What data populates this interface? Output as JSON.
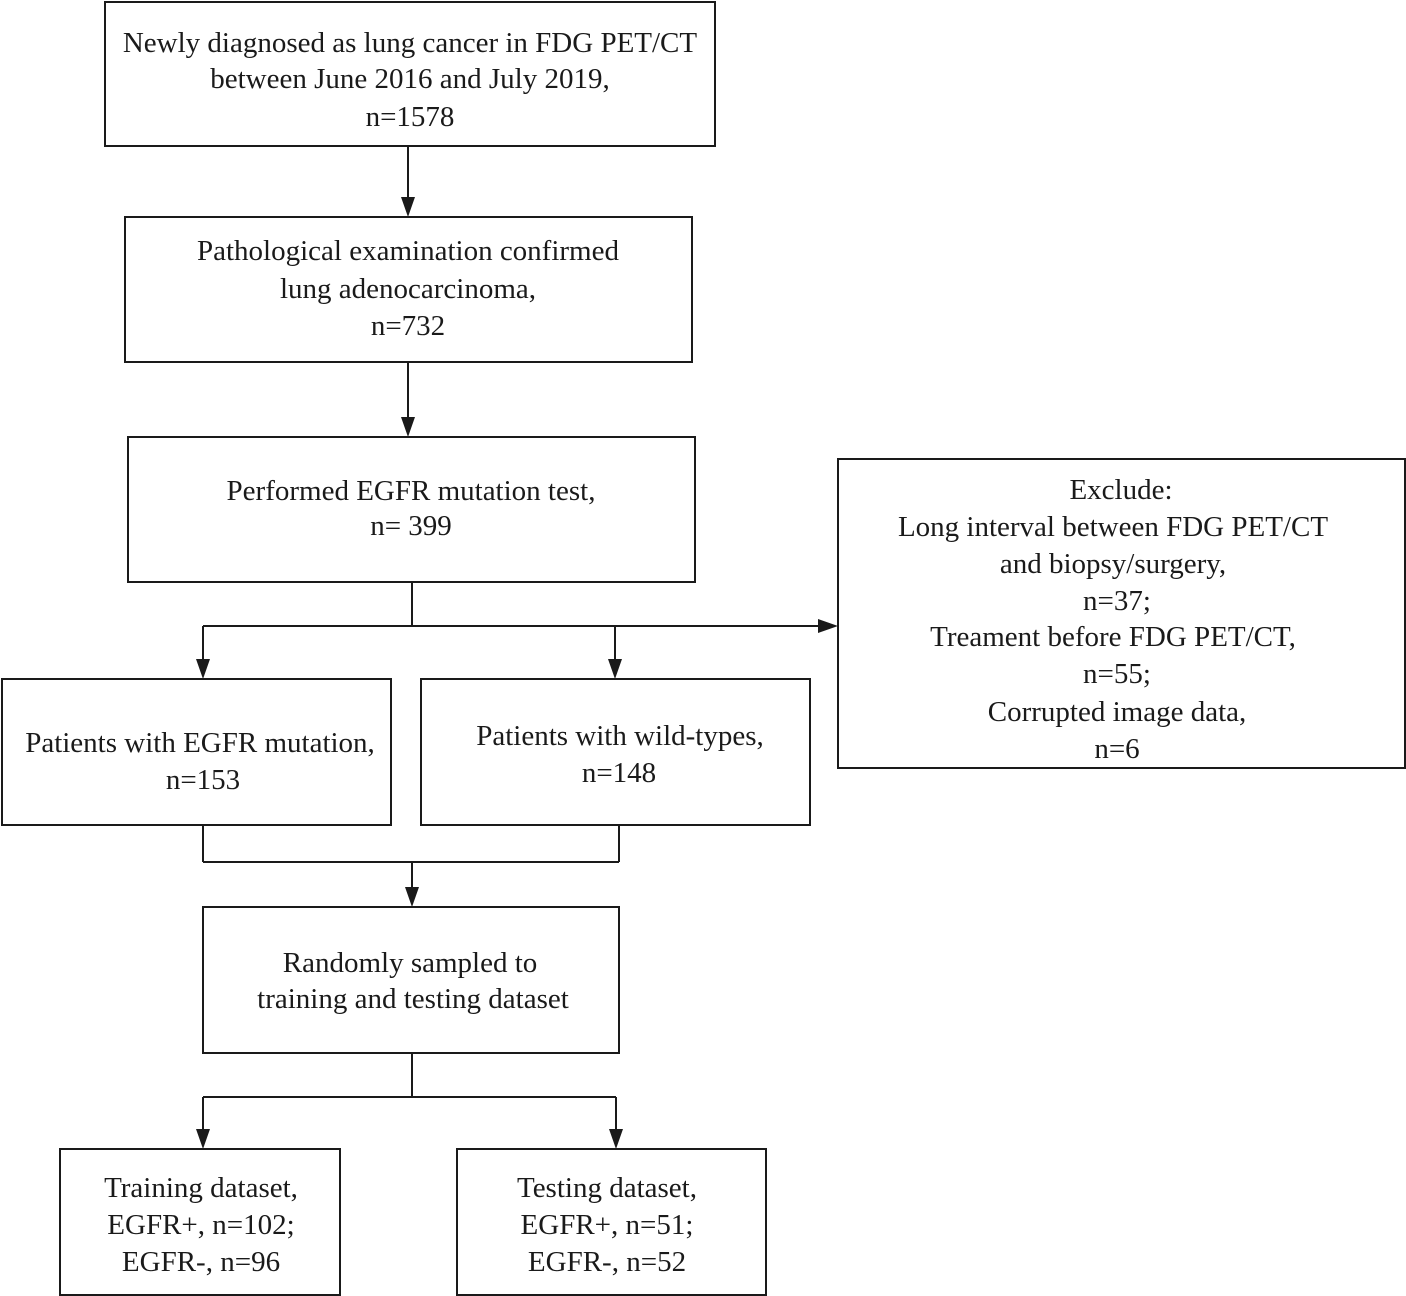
{
  "boxes": {
    "screening": {
      "lines": [
        "Newly diagnosed as lung cancer in FDG PET/CT",
        "between June 2016 and July 2019,",
        "n=1578"
      ]
    },
    "pathology": {
      "lines": [
        "Pathological examination confirmed",
        "lung adenocarcinoma,",
        "n=732"
      ]
    },
    "egfr_test": {
      "lines": [
        "Performed EGFR mutation test,",
        "n= 399"
      ]
    },
    "exclude": {
      "lines": [
        "Exclude:",
        "Long interval between FDG PET/CT",
        "and biopsy/surgery,",
        "n=37;",
        "Treament before FDG PET/CT,",
        "n=55;",
        "Corrupted image data,",
        "n=6"
      ]
    },
    "egfr_mutation": {
      "lines": [
        "Patients with EGFR mutation,",
        "n=153"
      ]
    },
    "wild_type": {
      "lines": [
        "Patients with wild-types,",
        "n=148"
      ]
    },
    "random_split": {
      "lines": [
        "Randomly sampled to",
        "training and testing dataset"
      ]
    },
    "training": {
      "lines": [
        "Training dataset,",
        "EGFR+, n=102;",
        "EGFR-, n=96"
      ]
    },
    "testing": {
      "lines": [
        "Testing dataset,",
        "EGFR+, n=51;",
        "EGFR-, n=52"
      ]
    }
  }
}
